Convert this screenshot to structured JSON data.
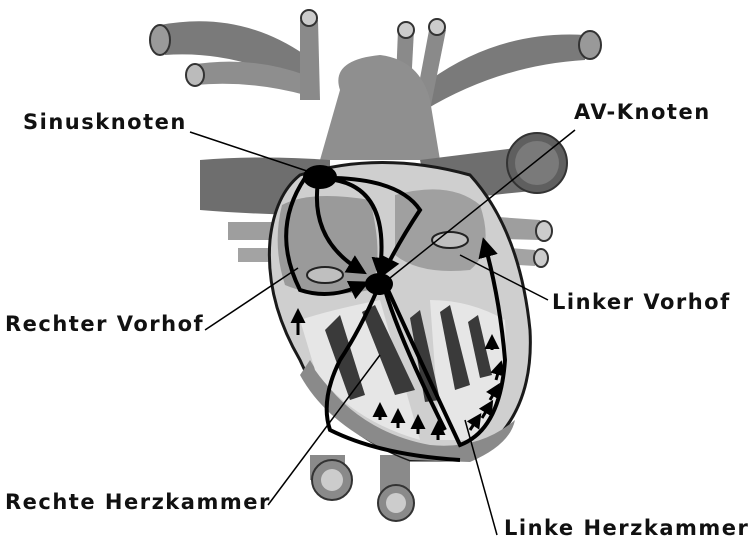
{
  "labels": {
    "sinus_node": "Sinusknoten",
    "av_node": "AV-Knoten",
    "right_atrium": "Rechter Vorhof",
    "left_atrium": "Linker Vorhof",
    "right_ventricle": "Rechte Herzkammer",
    "left_ventricle": "Linke Herzkammer"
  },
  "colors": {
    "vessel_dark": "#6f6f6f",
    "vessel_mid": "#8a8a8a",
    "vessel_light": "#a9a9a9",
    "heart_outline": "#1a1a1a",
    "chamber_fill": "#d8d8d8",
    "muscle_dark": "#3a3a3a",
    "conduction_path": "#000000"
  }
}
